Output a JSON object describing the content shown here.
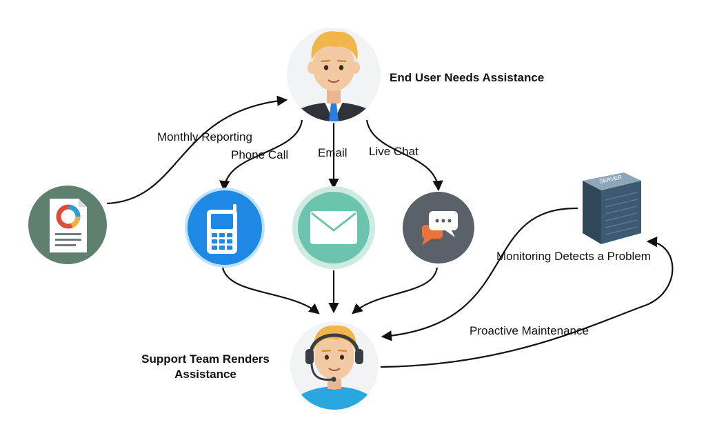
{
  "nodes": {
    "end_user": {
      "label": "End User Needs Assistance"
    },
    "support_team": {
      "label_line1": "Support Team Renders",
      "label_line2": "Assistance"
    },
    "server": {
      "badge": "SERVER"
    }
  },
  "edges": {
    "monthly_reporting": "Monthly Reporting",
    "phone_call": "Phone Call",
    "email": "Email",
    "live_chat": "Live Chat",
    "monitoring": "Monitoring Detects a Problem",
    "proactive": "Proactive Maintenance"
  },
  "colors": {
    "report_circle": "#5f7f6f",
    "phone_circle": "#1e88e5",
    "email_circle": "#6cc4ae",
    "chat_circle": "#5b6169",
    "chat_bubble_orange": "#e8733c",
    "server_body": "#3d5a73",
    "skin": "#f3c9a3",
    "hair": "#f0b64a",
    "suit": "#2f3238",
    "tie": "#2a7de1",
    "shirt_support": "#29a8e0"
  },
  "icons": {
    "report": "report-document-icon",
    "phone": "mobile-phone-icon",
    "email": "envelope-icon",
    "chat": "chat-bubbles-icon",
    "server": "server-icon"
  }
}
